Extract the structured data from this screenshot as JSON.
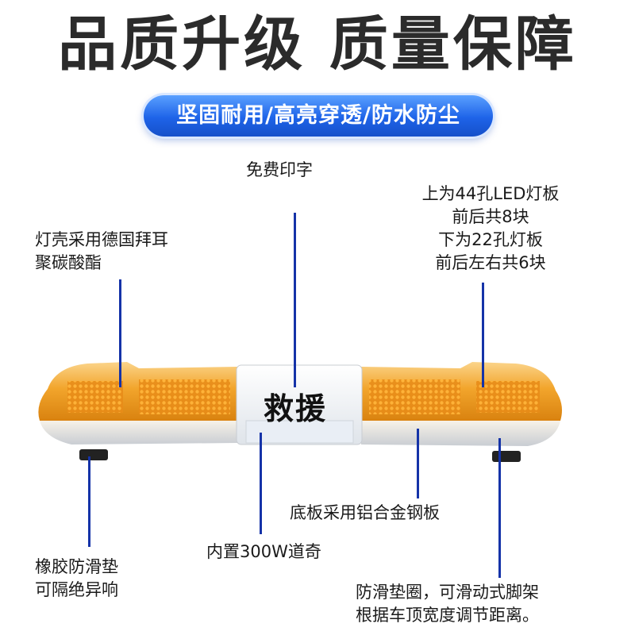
{
  "headline": "品质升级 质量保障",
  "feature_pill": "坚固耐用/高亮穿透/防水防尘",
  "labels": {
    "free_print": "免费印字",
    "shell": [
      "灯壳采用德国拜耳",
      "聚碳酸酯"
    ],
    "led": [
      "上为44孔LED灯板",
      "前后共8块",
      "下为22孔灯板",
      "前后左右共6块"
    ],
    "base": "底板采用铝合金钢板",
    "pad": [
      "橡胶防滑垫",
      "可隔绝异响"
    ],
    "strobe": "内置300W道奇",
    "bracket": [
      "防滑垫圈，可滑动式脚架",
      "根据车顶宽度调节距离。"
    ]
  },
  "bar_text": "救援",
  "colors": {
    "amber": "#f0a020",
    "pill_blue": "#1e63e8",
    "line_blue": "#1533a8"
  }
}
